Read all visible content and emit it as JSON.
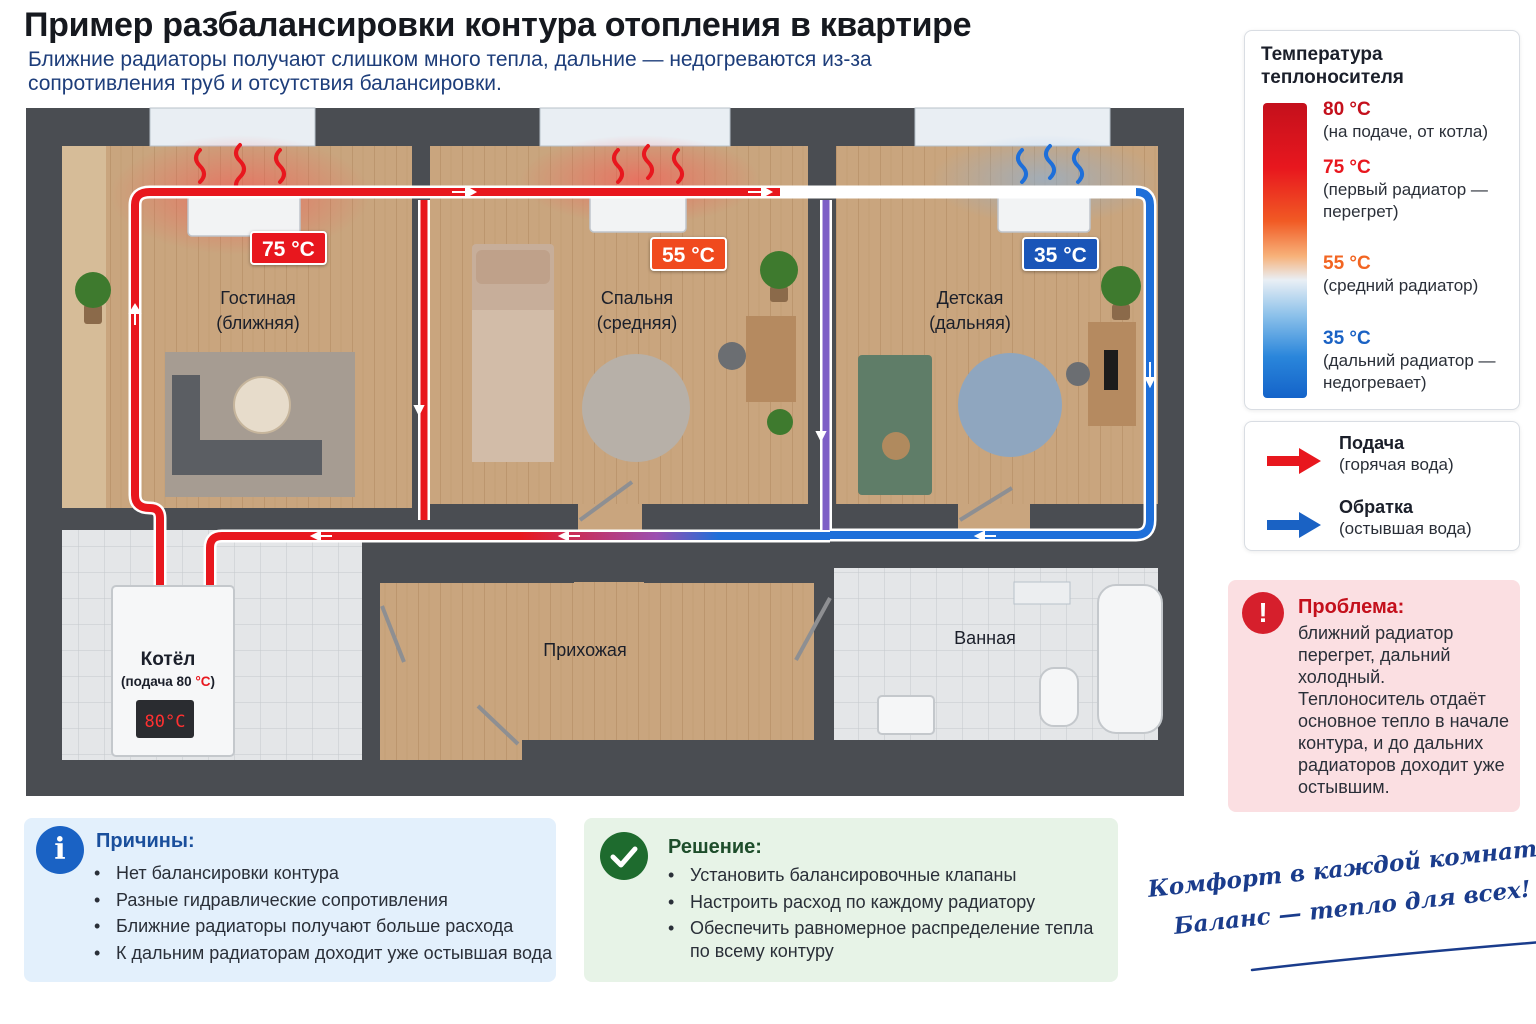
{
  "header": {
    "title": "Пример разбалансировки контура отопления в квартире",
    "subtitle": "Ближние радиаторы получают слишком много тепла, дальние — недогреваются из-за сопротивления труб и отсутствия балансировки."
  },
  "rooms": {
    "living": "Гостиная",
    "living_sub": "(ближняя)",
    "bedroom": "Спальня",
    "bedroom_sub": "(средняя)",
    "kids": "Детская",
    "kids_sub": "(дальняя)",
    "hall": "Прихожая",
    "bath": "Ванная"
  },
  "badges": {
    "living": "75 °C",
    "bedroom": "55 °C",
    "kids": "35 °C"
  },
  "boiler": {
    "title": "Котёл",
    "sub_prefix": "(подача 80 ",
    "sub_unit": "°C",
    "sub_suffix": ")",
    "display": "80°C"
  },
  "legend": {
    "title": "Температура\nтеплоносителя",
    "entries": [
      {
        "value": "80 °C",
        "desc": "(на подаче, от котла)",
        "color": "#c4101c"
      },
      {
        "value": "75 °C",
        "desc": "(первый радиатор — перегрет)",
        "color": "#e8171e"
      },
      {
        "value": "55 °C",
        "desc": "(средний радиатор)",
        "color": "#f26522"
      },
      {
        "value": "35 °C",
        "desc": "(дальний радиатор — недогревает)",
        "color": "#1a62c4"
      }
    ]
  },
  "flow_legend": {
    "supply_label": "Подача",
    "supply_desc": "(горячая вода)",
    "return_label": "Обратка",
    "return_desc": "(остывшая вода)"
  },
  "problem": {
    "icon": "!",
    "title": "Проблема:",
    "text": "ближний радиатор перегрет, дальний холодный. Теплоноситель отдаёт основное тепло в начале контура, и до дальних радиаторов доходит уже остывшим."
  },
  "causes": {
    "icon": "i",
    "title": "Причины:",
    "items": [
      "Нет балансировки контура",
      "Разные гидравлические сопротивления",
      "Ближние радиаторы получают больше расхода",
      "К дальним радиаторам доходит уже остывшая вода"
    ]
  },
  "solution": {
    "title": "Решение:",
    "items": [
      "Установить балансировочные клапаны",
      "Настроить расход по каждому радиатору",
      "Обеспечить равномерное распределение тепла по всему контуру"
    ]
  },
  "slogan": {
    "line1": "Комфорт в каждой комнате!",
    "line2": "Баланс — тепло для всех!"
  },
  "colors": {
    "hot": "#e8171e",
    "cold": "#1e6fd9",
    "problem": "#d61f2c",
    "info": "#1a62c4",
    "ok": "#1e6b2e"
  }
}
